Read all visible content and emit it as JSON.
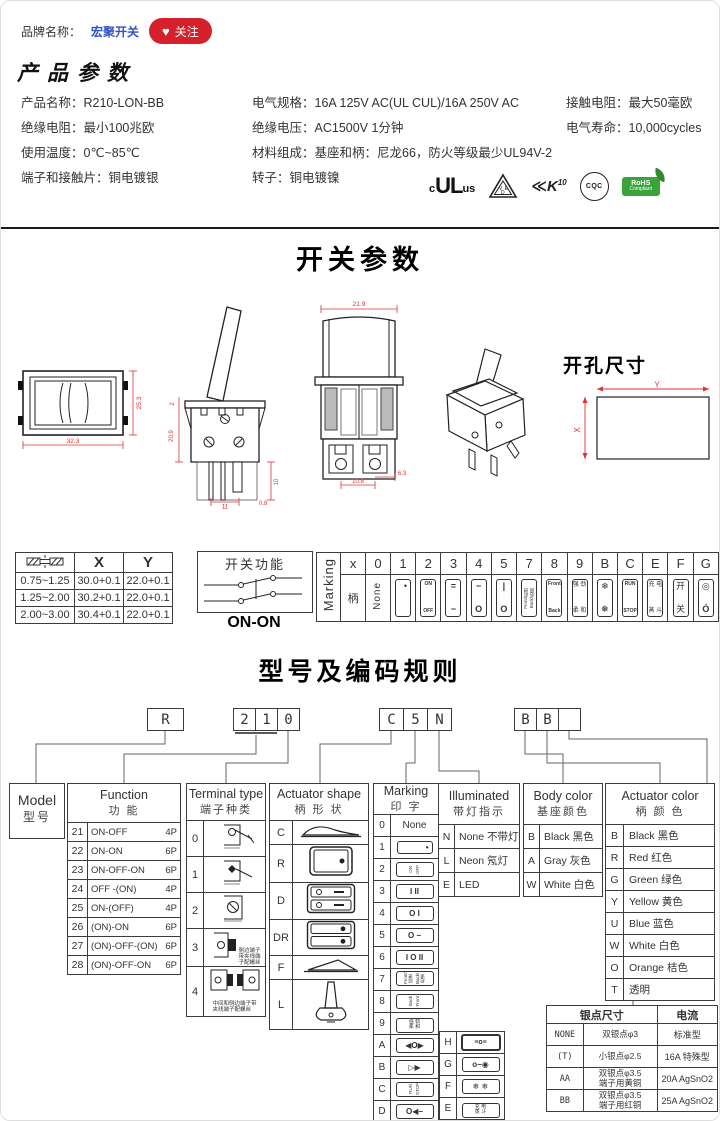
{
  "brand": {
    "label": "品牌名称：",
    "name": "宏聚开关",
    "heart": "♥",
    "follow": "关注"
  },
  "product": {
    "section_title": "产品参数",
    "col1": [
      "产品名称：R210-LON-BB",
      "绝缘电阻：最小100兆欧",
      "使用温度：0℃~85℃",
      "端子和接触片：铜电镀银"
    ],
    "col2": [
      "电气规格：16A  125V  AC(UL CUL)/16A 250V  AC",
      "绝缘电压：AC1500V 1分钟",
      "材料组成：基座和柄：尼龙66，防火等级最少UL94V-2",
      "转子：铜电镀镍"
    ],
    "col3": [
      "接触电阻：最大50毫欧",
      "电气寿命：10,000cycles"
    ],
    "certs": {
      "ul_c": "c",
      "ul": "UL",
      "ul_us": "us",
      "vde": "VDE",
      "enec": "K",
      "enec_no": "10",
      "cqc": "CQC",
      "rohs1": "RoHS",
      "rohs2": "Compliant"
    }
  },
  "switch_section": {
    "title": "开关参数",
    "dims": {
      "front": {
        "w": "32.3",
        "h": "25.3"
      },
      "side": {
        "d1": "2",
        "d2": "20.9",
        "d3": "10",
        "d4": "0.8",
        "d5": "11"
      },
      "front2": {
        "w": "21.9",
        "d1": "6.3",
        "d2": "10.8"
      },
      "cutout": {
        "label": "开孔尺寸",
        "x": "X",
        "y": "Y"
      }
    },
    "xy_table": {
      "col_x": "X",
      "col_y": "Y",
      "rows": [
        [
          "0.75~1.25",
          "30.0+0.1",
          "22.0+0.1"
        ],
        [
          "1.25~2.00",
          "30.2+0.1",
          "22.0+0.1"
        ],
        [
          "2.00~3.00",
          "30.4+0.1",
          "22.0+0.1"
        ]
      ]
    },
    "function_box": {
      "title": "开关功能",
      "mode": "ON-ON"
    },
    "marking": {
      "label": "Marking",
      "x_header": "x",
      "handle": "柄",
      "cells": [
        {
          "code": "0",
          "kind": "rot",
          "text": "None"
        },
        {
          "code": "1",
          "kind": "dot",
          "top": "•",
          "bottom": ""
        },
        {
          "code": "2",
          "kind": "en",
          "top": "ON",
          "bottom": "OFF"
        },
        {
          "code": "3",
          "kind": "sym",
          "top": "=",
          "bottom": "−"
        },
        {
          "code": "4",
          "kind": "sym",
          "top": "−",
          "bottom": "O"
        },
        {
          "code": "5",
          "kind": "sym",
          "top": "|",
          "bottom": "O"
        },
        {
          "code": "7",
          "kind": "rotpair",
          "top": "Front/前进",
          "bottom": "Back/后退"
        },
        {
          "code": "8",
          "kind": "en",
          "top": "Front",
          "bottom": "Back"
        },
        {
          "code": "9",
          "kind": "cn",
          "top": "强 劲",
          "bottom": "柔 和"
        },
        {
          "code": "B",
          "kind": "sym",
          "top": "❄",
          "bottom": "❅"
        },
        {
          "code": "C",
          "kind": "en",
          "top": "RUN",
          "bottom": "STOP"
        },
        {
          "code": "E",
          "kind": "cn",
          "top": "充 电",
          "bottom": "蒸 斗"
        },
        {
          "code": "F",
          "kind": "cnbig",
          "top": "开",
          "bottom": "关"
        },
        {
          "code": "G",
          "kind": "sym",
          "top": "◎",
          "bottom": "Ó"
        }
      ]
    }
  },
  "coding": {
    "title": "型号及编码规则",
    "groups": [
      [
        "R"
      ],
      [
        "2",
        "1",
        "0"
      ],
      [
        "C",
        "5",
        "N"
      ],
      [
        "B",
        "B",
        " "
      ]
    ]
  },
  "legend": {
    "model": {
      "en": "Model",
      "cn": "型号"
    },
    "function": {
      "en": "Function",
      "cn": "功  能",
      "rows": [
        [
          "21",
          "ON-OFF",
          "4P"
        ],
        [
          "22",
          "ON-ON",
          "6P"
        ],
        [
          "23",
          "ON-OFF-ON",
          "6P"
        ],
        [
          "24",
          "OFF -(ON)",
          "4P"
        ],
        [
          "25",
          "ON-(OFF)",
          "4P"
        ],
        [
          "26",
          "(ON)-ON",
          "6P"
        ],
        [
          "27",
          "(ON)-OFF-(ON)",
          "6P"
        ],
        [
          "28",
          "(ON)-OFF-ON",
          "6P"
        ]
      ]
    },
    "terminal": {
      "en": "Terminal type",
      "cn": "端子种类",
      "rows": [
        {
          "code": "0",
          "icon": "t0",
          "note": ""
        },
        {
          "code": "1",
          "icon": "t1",
          "note": ""
        },
        {
          "code": "2",
          "icon": "t2",
          "note": ""
        },
        {
          "code": "3",
          "icon": "t3",
          "note": "侧边端子\n带夹线端\n子配螺丝"
        },
        {
          "code": "4",
          "icon": "t4",
          "note": "中间和侧边端子带\n夹线端子配螺丝"
        }
      ]
    },
    "actuator_shape": {
      "en": "Actuator shape",
      "cn": "柄 形 状",
      "rows": [
        {
          "code": "C",
          "icon": "aC"
        },
        {
          "code": "R",
          "icon": "aR"
        },
        {
          "code": "D",
          "icon": "aD"
        },
        {
          "code": "DR",
          "icon": "aDR"
        },
        {
          "code": "F",
          "icon": "aF"
        },
        {
          "code": "L",
          "icon": "aL"
        }
      ]
    },
    "marking2": {
      "en": "Marking",
      "cn": "印  字",
      "rows": [
        {
          "code": "0",
          "kind": "plain",
          "text": "None"
        },
        {
          "code": "1",
          "kind": "pill-right",
          "text": "•"
        },
        {
          "code": "2",
          "kind": "rotpair",
          "a": "ON",
          "b": "OFF"
        },
        {
          "code": "3",
          "kind": "pill",
          "text": "I  II"
        },
        {
          "code": "4",
          "kind": "pill",
          "text": "O  I"
        },
        {
          "code": "5",
          "kind": "pill",
          "text": "O −"
        },
        {
          "code": "6",
          "kind": "pill",
          "text": "I O II"
        },
        {
          "code": "7",
          "kind": "rotpair",
          "a": "Front/前进",
          "b": "Back/后退"
        },
        {
          "code": "8",
          "kind": "rotpair",
          "a": "Back",
          "b": "Front"
        },
        {
          "code": "9",
          "kind": "tiny2",
          "a": "强 劲",
          "b": "柔 和"
        },
        {
          "code": "A",
          "kind": "pill",
          "text": "◀O▶"
        },
        {
          "code": "B",
          "kind": "pill",
          "text": "▷▶"
        },
        {
          "code": "C",
          "kind": "rotpair",
          "a": "RUN",
          "b": "STOP"
        },
        {
          "code": "D",
          "kind": "pill",
          "text": "O◀−"
        }
      ],
      "side_rows": [
        {
          "code": "H",
          "kind": "pill-bold",
          "text": "≡o≡"
        },
        {
          "code": "G",
          "kind": "pill",
          "text": "o−◉"
        },
        {
          "code": "F",
          "kind": "pill",
          "text": "❄ ❄"
        },
        {
          "code": "E",
          "kind": "tiny2",
          "a": "充 电",
          "b": "蒸 斗"
        }
      ]
    },
    "illuminated": {
      "en": "Illuminated",
      "cn": "带灯指示",
      "rows": [
        [
          "N",
          "None 不带灯"
        ],
        [
          "L",
          "Neon 氖灯"
        ],
        [
          "E",
          "LED"
        ]
      ]
    },
    "body_color": {
      "en": "Body color",
      "cn": "基座颜色",
      "rows": [
        [
          "B",
          "Black 黑色"
        ],
        [
          "A",
          "Gray 灰色"
        ],
        [
          "W",
          "White 白色"
        ]
      ]
    },
    "actuator_color": {
      "en": "Actuator color",
      "cn": "柄 颜 色",
      "rows": [
        [
          "B",
          "Black 黑色"
        ],
        [
          "R",
          "Red  红色"
        ],
        [
          "G",
          "Green 绿色"
        ],
        [
          "Y",
          "Yellow 黄色"
        ],
        [
          "U",
          "Blue 蓝色"
        ],
        [
          "W",
          "White 白色"
        ],
        [
          "O",
          "Orange 桔色"
        ],
        [
          "T",
          "透明"
        ]
      ]
    },
    "silver": {
      "h1": "银点尺寸",
      "h2": "电流",
      "rows": [
        [
          "NONE",
          "双银点φ3",
          "标准型"
        ],
        [
          "(T)",
          "小银点φ2.5",
          "16A 特殊型"
        ],
        [
          "AA",
          "双银点φ3.5\n端子用黄铜",
          "20A AgSnO2"
        ],
        [
          "BB",
          "双银点φ3.5\n端子用红铜",
          "25A AgSnO2"
        ]
      ]
    }
  },
  "colors": {
    "accent_red": "#d5212c",
    "link_blue": "#3453c4",
    "dim_red": "#e03030",
    "rohs_green": "#3aa33a"
  }
}
